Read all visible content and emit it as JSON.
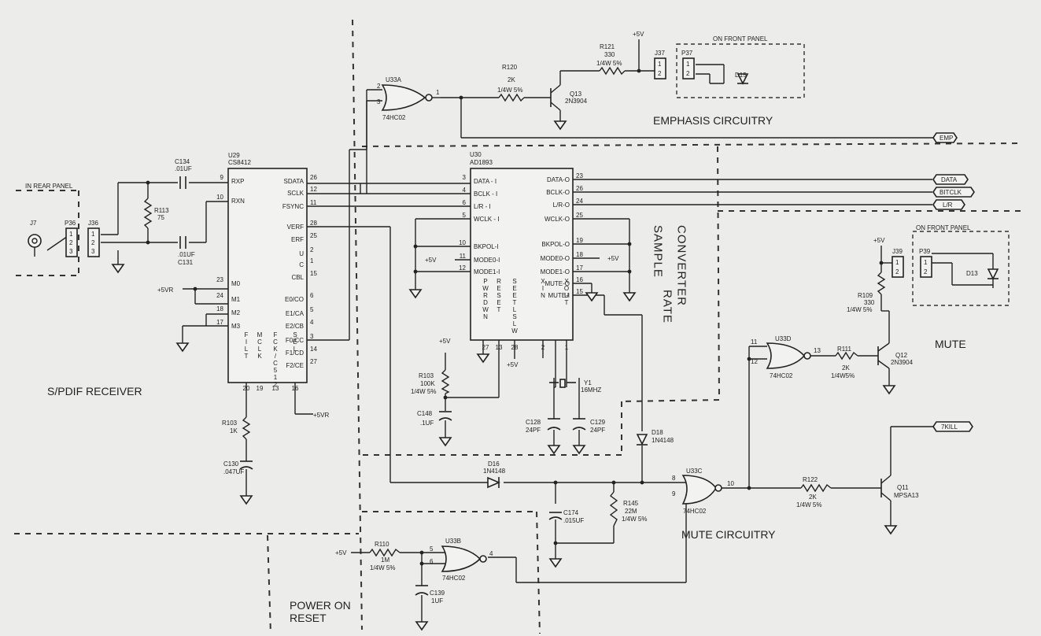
{
  "sections": {
    "emphasis": "EMPHASIS CIRCUITRY",
    "spdif": "S/PDIF RECEIVER",
    "mute": "MUTE",
    "mute_circuitry": "MUTE CIRCUITRY",
    "power_on_reset_1": "POWER ON",
    "power_on_reset_2": "RESET",
    "sample": "SAMPLE",
    "rate": "RATE",
    "converter": "CONVERTER",
    "rear_panel": "IN REAR PANEL",
    "front_panel_1": "ON FRONT PANEL",
    "front_panel_2": "ON FRONT PANEL"
  },
  "u29": {
    "ref": "U29",
    "part": "CS8412",
    "pins_left": [
      {
        "num": "9",
        "label": "RXP"
      },
      {
        "num": "10",
        "label": "RXN"
      },
      {
        "num": "23",
        "label": "M0"
      },
      {
        "num": "24",
        "label": "M1"
      },
      {
        "num": "18",
        "label": "M2"
      },
      {
        "num": "17",
        "label": "M3"
      }
    ],
    "pins_right": [
      {
        "num": "26",
        "label": "SDATA"
      },
      {
        "num": "12",
        "label": "SCLK"
      },
      {
        "num": "11",
        "label": "FSYNC"
      },
      {
        "num": "28",
        "label": "VERF"
      },
      {
        "num": "25",
        "label": "ERF"
      },
      {
        "num": "2",
        "label": "U"
      },
      {
        "num": "1",
        "label": "C"
      },
      {
        "num": "15",
        "label": "CBL"
      },
      {
        "num": "6",
        "label": "E0/CO"
      },
      {
        "num": "5",
        "label": "E1/CA"
      },
      {
        "num": "4",
        "label": "E2/CB"
      },
      {
        "num": "3",
        "label": "F0/CC"
      },
      {
        "num": "14",
        "label": "F1/CD"
      },
      {
        "num": "27",
        "label": "F2/CE"
      }
    ],
    "bottom_labels": [
      "FILT",
      "MCLK",
      "FCK/C512",
      "SEL"
    ],
    "bottom_pins": [
      "20",
      "19",
      "13",
      "16"
    ],
    "vr": "+5VR"
  },
  "u30": {
    "ref": "U30",
    "part": "AD1893",
    "pins_left": [
      {
        "num": "3",
        "label": "DATA - I"
      },
      {
        "num": "4",
        "label": "BCLK - I"
      },
      {
        "num": "6",
        "label": "L/R - I"
      },
      {
        "num": "5",
        "label": "WCLK - I"
      },
      {
        "num": "10",
        "label": "BKPOL-I"
      },
      {
        "num": "11",
        "label": "MODE0-I"
      },
      {
        "num": "12",
        "label": "MODE1-I"
      }
    ],
    "pins_right": [
      {
        "num": "23",
        "label": "DATA-O"
      },
      {
        "num": "26",
        "label": "BCLK-O"
      },
      {
        "num": "24",
        "label": "L/R-O"
      },
      {
        "num": "25",
        "label": "WCLK-O"
      },
      {
        "num": "19",
        "label": "BKPOL-O"
      },
      {
        "num": "18",
        "label": "MODE0-O"
      },
      {
        "num": "17",
        "label": "MODE1-O"
      },
      {
        "num": "16",
        "label": "MUTE-O"
      },
      {
        "num": "15",
        "label": "MUTE-I"
      }
    ],
    "bottom_labels": [
      "PWRDWN",
      "RESET",
      "SEETLSLW",
      "XIN",
      "XOUT"
    ],
    "bottom_pins": [
      "27",
      "13",
      "28",
      "2",
      "1"
    ]
  },
  "gates": {
    "u33a": {
      "ref": "U33A",
      "part": "74HC02",
      "in1": "2",
      "in2": "3",
      "out": "1"
    },
    "u33b": {
      "ref": "U33B",
      "part": "74HC02",
      "in1": "5",
      "in2": "6",
      "out": "4"
    },
    "u33c": {
      "ref": "U33C",
      "part": "74HC02",
      "in1": "8",
      "in2": "9",
      "out": "10"
    },
    "u33d": {
      "ref": "U33D",
      "part": "74HC02",
      "in1": "11",
      "in2": "12",
      "out": "13"
    }
  },
  "transistors": {
    "q13": {
      "ref": "Q13",
      "part": "2N3904"
    },
    "q12": {
      "ref": "Q12",
      "part": "2N3904"
    },
    "q11": {
      "ref": "Q11",
      "part": "MPSA13"
    }
  },
  "resistors": {
    "r120": {
      "ref": "R120",
      "value": "2K",
      "rating": "1/4W 5%"
    },
    "r121": {
      "ref": "R121",
      "value": "330",
      "rating": "1/4W 5%"
    },
    "r113": {
      "ref": "R113",
      "value": "75"
    },
    "r103a": {
      "ref": "R103",
      "value": "100K",
      "rating": "1/4W 5%"
    },
    "r103b": {
      "ref": "R103",
      "value": "1K"
    },
    "r109": {
      "ref": "R109",
      "value": "330",
      "rating": "1/4W 5%"
    },
    "r111": {
      "ref": "R111",
      "value": "2K",
      "rating": "1/4W5%"
    },
    "r145": {
      "ref": "R145",
      "value": "22M",
      "rating": "1/4W 5%"
    },
    "r122": {
      "ref": "R122",
      "value": "2K",
      "rating": "1/4W 5%"
    },
    "r110": {
      "ref": "R110",
      "value": "1M",
      "rating": "1/4W 5%"
    }
  },
  "capacitors": {
    "c134": {
      "ref": "C134",
      "value": ".01UF"
    },
    "c131": {
      "ref": "C131",
      "value": ".01UF"
    },
    "c148": {
      "ref": "C148",
      "value": ".1UF"
    },
    "c128": {
      "ref": "C128",
      "value": "24PF"
    },
    "c129": {
      "ref": "C129",
      "value": "24PF"
    },
    "c130": {
      "ref": "C130",
      "value": ".047UF"
    },
    "c174": {
      "ref": "C174",
      "value": ".015UF"
    },
    "c139": {
      "ref": "C139",
      "value": "1UF"
    }
  },
  "diodes": {
    "d15": {
      "ref": "D15"
    },
    "d13": {
      "ref": "D13"
    },
    "d18": {
      "ref": "D18",
      "part": "1N4148"
    },
    "d16": {
      "ref": "D16",
      "part": "1N4148"
    }
  },
  "crystal": {
    "ref": "Y1",
    "value": "16MHZ"
  },
  "connectors": {
    "j7": "J7",
    "p36": "P36",
    "j36": "J36",
    "j37": "J37",
    "p37": "P37",
    "j39": "J39",
    "p39": "P39",
    "pins3": [
      "1",
      "2",
      "3"
    ],
    "pins2": [
      "1",
      "2"
    ]
  },
  "signals": {
    "emp": "EMP",
    "data": "DATA",
    "bitclk": "BITCLK",
    "lr": "L/R",
    "kill": "7KILL"
  },
  "supply": {
    "plus5v": "+5V",
    "plus5vr": "+5VR"
  }
}
